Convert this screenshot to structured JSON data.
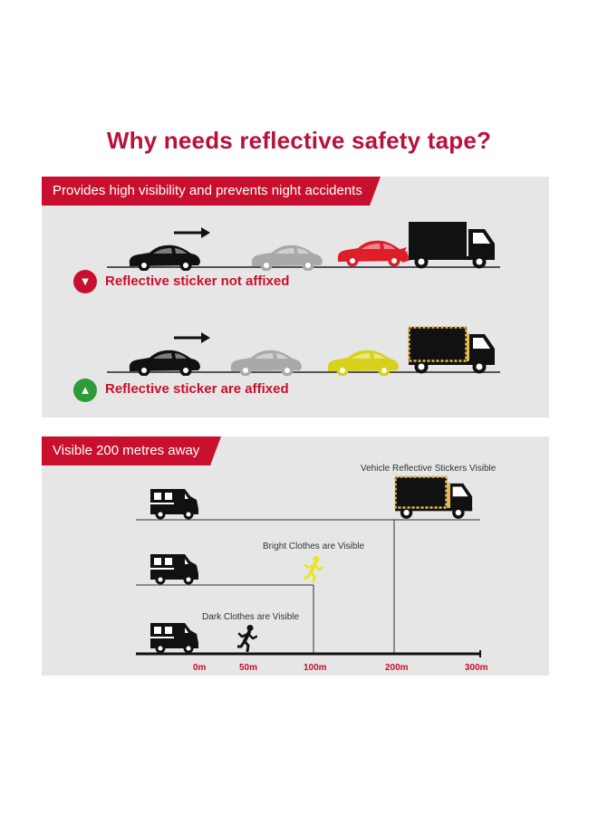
{
  "title": "Why needs reflective safety tape?",
  "section1": {
    "banner": "Provides high visibility and prevents night accidents",
    "row1_status": "Reflective sticker not affixed",
    "row2_status": "Reflective sticker are affixed"
  },
  "section2": {
    "banner": "Visible 200 metres away",
    "label_vehicle": "Vehicle Reflective Stickers Visible",
    "label_bright": "Bright Clothes are Visible",
    "label_dark": "Dark Clothes are Visible",
    "ticks": [
      "0m",
      "50m",
      "100m",
      "200m",
      "300m"
    ]
  },
  "colors": {
    "title": "#b8123b",
    "banner": "#c8102e",
    "panel": "#e6e6e6",
    "thumbs_down": "#c8102e",
    "thumbs_up": "#2e9a3a",
    "reflective_tape": "#e8b84a",
    "bright_person": "#e6e62a",
    "crash_car": "#dd1f2a",
    "yellow_car": "#d7d11b",
    "grey_car": "#a9a9a9"
  },
  "icons": {
    "thumbs_down": "thumbs-down-icon",
    "thumbs_up": "thumbs-up-icon",
    "arrow": "arrow-right-icon",
    "car": "car-icon",
    "truck": "truck-icon",
    "van": "van-icon",
    "person": "running-person-icon"
  }
}
